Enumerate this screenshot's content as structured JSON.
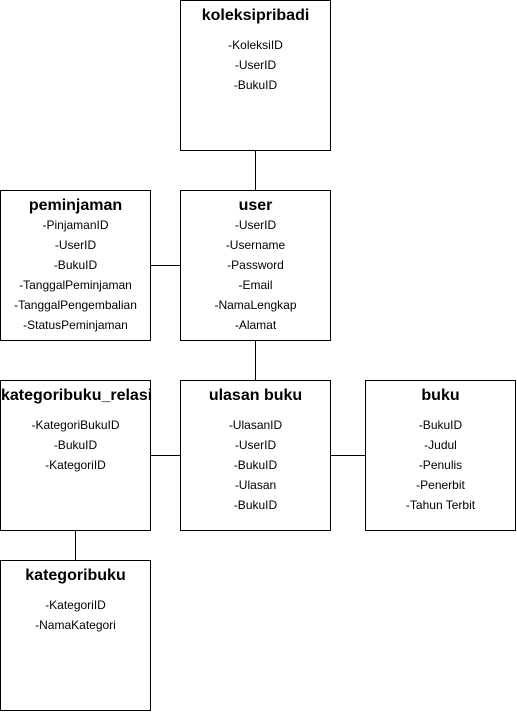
{
  "entities": {
    "koleksipribadi": {
      "title": "koleksipribadi",
      "fields": [
        "-KoleksiID",
        "-UserID",
        "-BukuID"
      ]
    },
    "peminjaman": {
      "title": "peminjaman",
      "fields": [
        "-PinjamanID",
        "-UserID",
        "-BukuID",
        "-TanggalPeminjaman",
        "-TanggalPengembalian",
        "-StatusPeminjaman"
      ]
    },
    "user": {
      "title": "user",
      "fields": [
        "-UserID",
        "-Username",
        "-Password",
        "-Email",
        "-NamaLengkap",
        "-Alamat"
      ]
    },
    "kategoribuku_relasi": {
      "title": "kategoribuku_relasi",
      "fields": [
        "-KategoriBukuID",
        "-BukuID",
        "-KategoriID"
      ]
    },
    "ulasan_buku": {
      "title": "ulasan buku",
      "fields": [
        "-UlasanID",
        "-UserID",
        "-BukuID",
        "-Ulasan",
        "-BukuID"
      ]
    },
    "buku": {
      "title": "buku",
      "fields": [
        "-BukuID",
        "-Judul",
        "-Penulis",
        "-Penerbit",
        "-Tahun Terbit"
      ]
    },
    "kategoribuku": {
      "title": "kategoribuku",
      "fields": [
        "-KategoriID",
        "-NamaKategori"
      ]
    }
  }
}
